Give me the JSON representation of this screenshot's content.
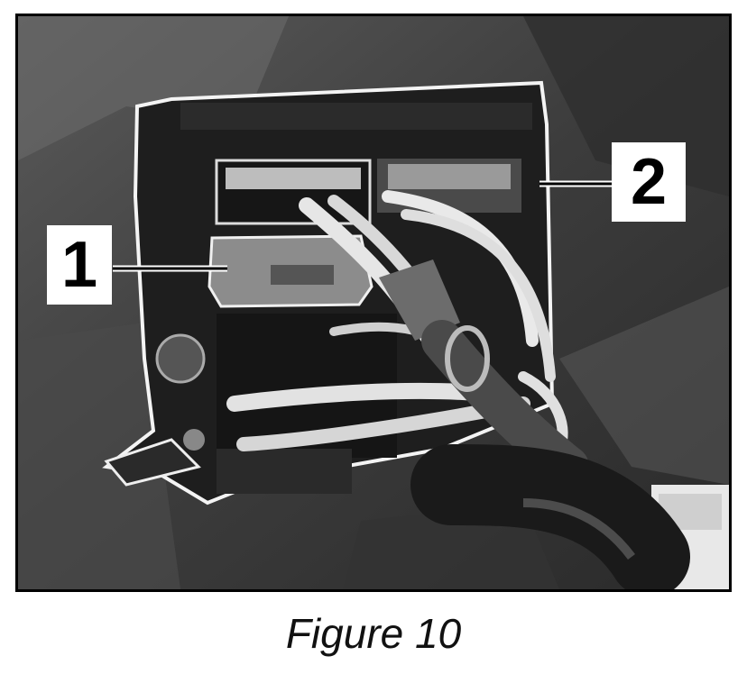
{
  "figure": {
    "caption": "Figure 10",
    "callouts": [
      {
        "label": "1"
      },
      {
        "label": "2"
      }
    ]
  },
  "colors": {
    "background": "#ffffff",
    "frame": "#000000",
    "callout_bg": "#ffffff"
  }
}
